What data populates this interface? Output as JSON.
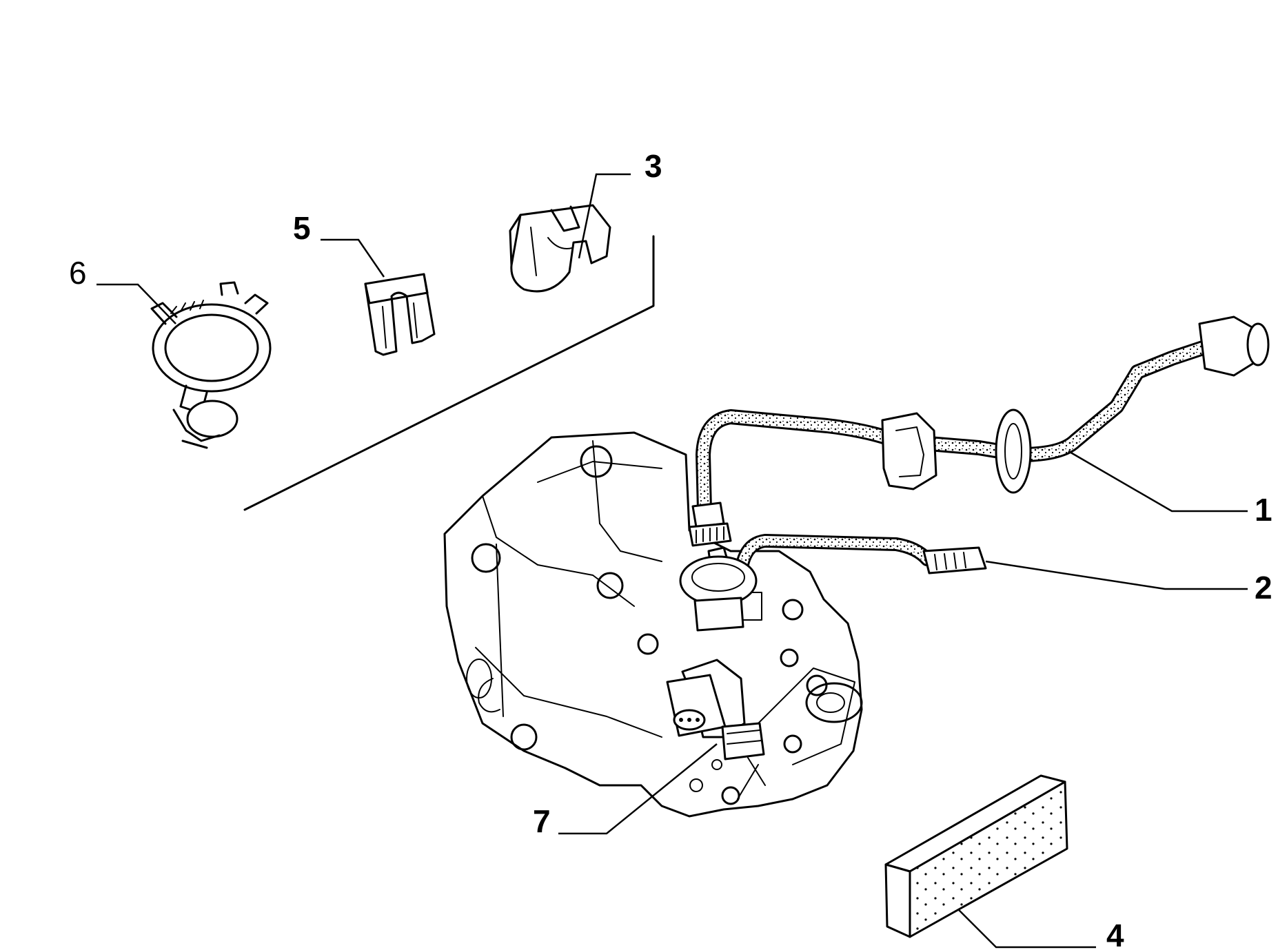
{
  "callouts": [
    {
      "id": "1",
      "label": "1",
      "weight": "bold"
    },
    {
      "id": "2",
      "label": "2",
      "weight": "bold"
    },
    {
      "id": "3",
      "label": "3",
      "weight": "bold"
    },
    {
      "id": "4",
      "label": "4",
      "weight": "bold"
    },
    {
      "id": "5",
      "label": "5",
      "weight": "bold"
    },
    {
      "id": "6",
      "label": "6",
      "weight": "normal"
    },
    {
      "id": "7",
      "label": "7",
      "weight": "bold"
    }
  ],
  "colors": {
    "ink": "#000000",
    "paper": "#ffffff"
  }
}
